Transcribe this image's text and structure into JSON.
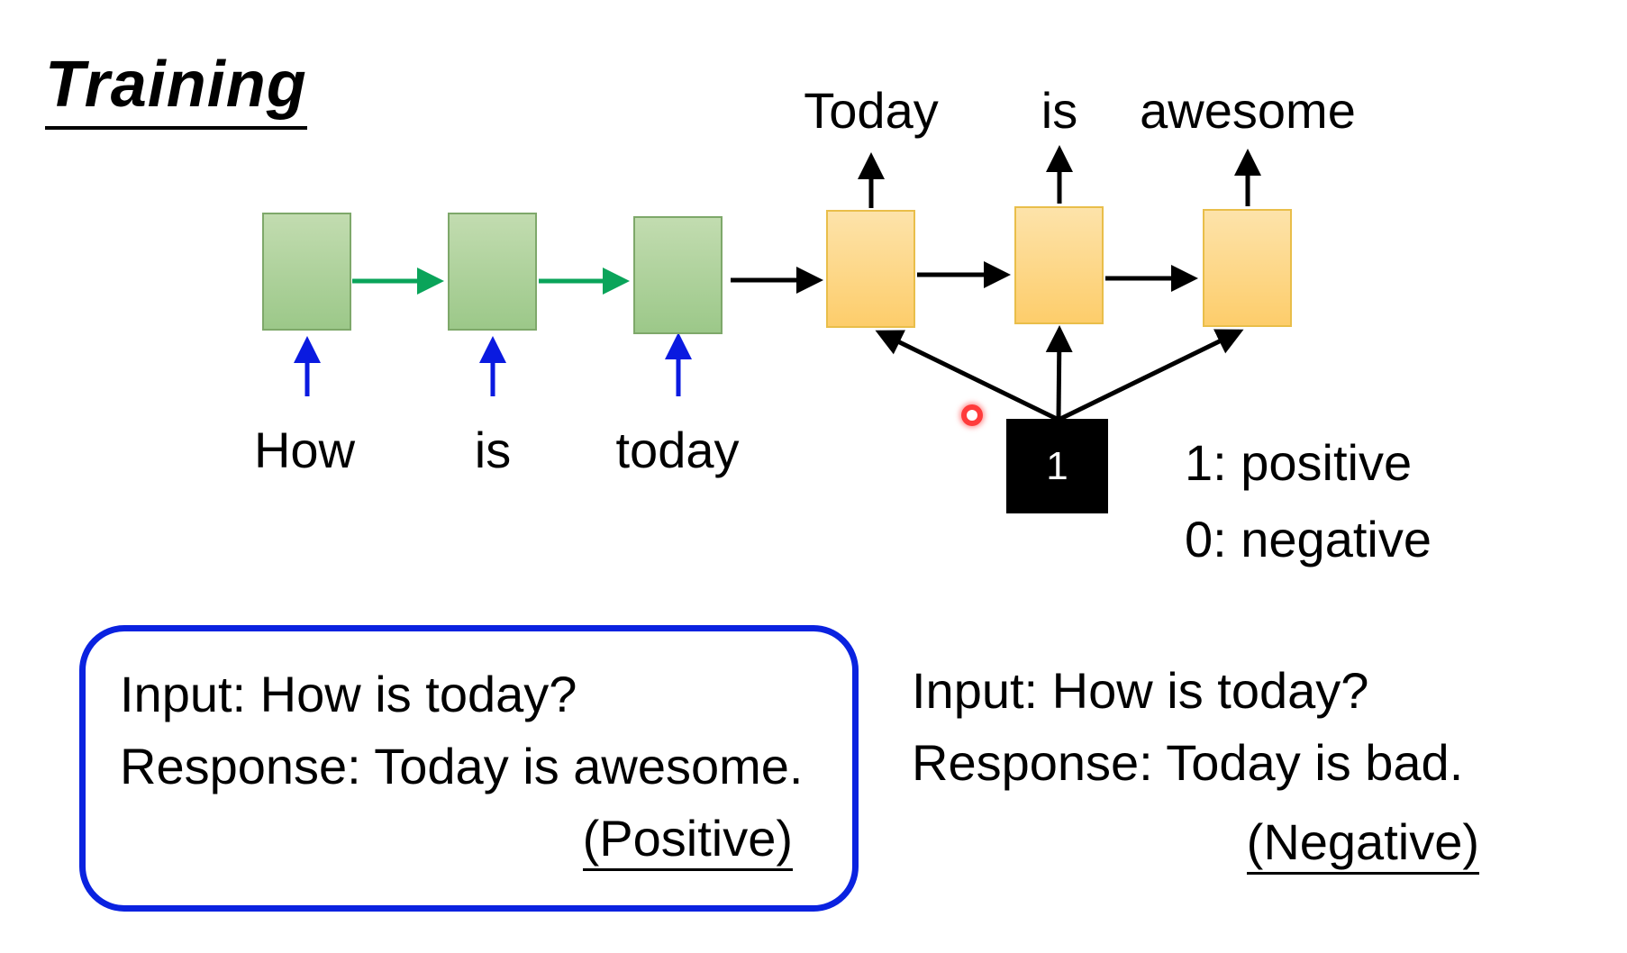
{
  "title": "Training",
  "encoder_inputs": [
    "How",
    "is",
    "today"
  ],
  "decoder_outputs": [
    "Today",
    "is",
    "awesome"
  ],
  "condition_value": "1",
  "legend": {
    "positive": "1: positive",
    "negative": "0: negative"
  },
  "examples": [
    {
      "input": "Input: How is today?",
      "response": "Response: Today is awesome.",
      "label": "(Positive)"
    },
    {
      "input": "Input: How is today?",
      "response": "Response: Today is bad.",
      "label": "(Negative)"
    }
  ],
  "colors": {
    "encoder_box": "#b3d49f",
    "decoder_box": "#fdd782",
    "input_arrow": "#0a1ae0",
    "encoder_arrow": "#0aa45a",
    "highlight_frame": "#0a22e0",
    "condition_box": "#000000"
  }
}
